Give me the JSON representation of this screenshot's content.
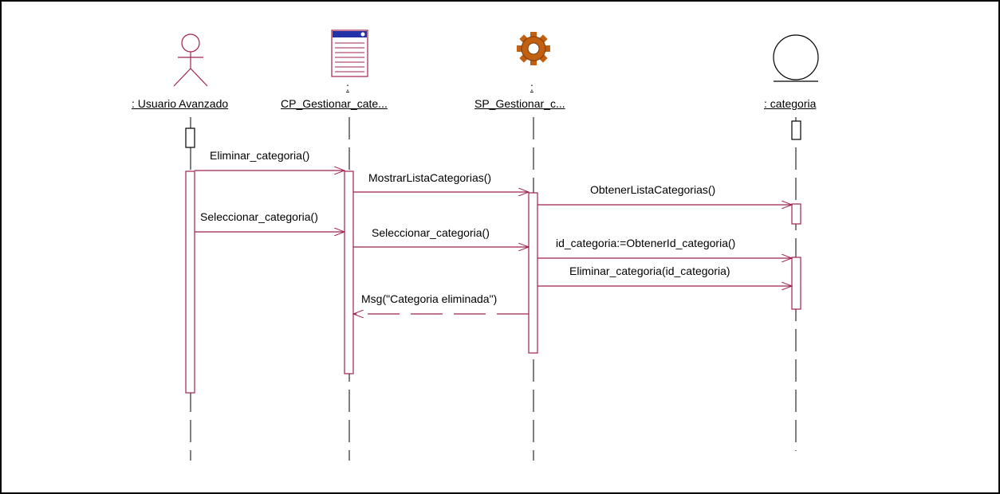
{
  "colors": {
    "line": "#a0224e",
    "lifeline": "#000000",
    "gear": "#c06010",
    "window_title": "#2233aa"
  },
  "lifelines": [
    {
      "name": ": Usuario Avanzado",
      "stereotype": "",
      "kind": "actor",
      "icon": "actor-icon"
    },
    {
      "name": "CP_Gestionar_cate...",
      "stereotype": ":",
      "kind": "boundary",
      "icon": "window-icon"
    },
    {
      "name": "SP_Gestionar_c...",
      "stereotype": ":",
      "kind": "control",
      "icon": "gear-icon"
    },
    {
      "name": ": categoria",
      "stereotype": "",
      "kind": "entity",
      "icon": "entity-circle-icon"
    }
  ],
  "messages": [
    {
      "label": "Eliminar_categoria()",
      "from": 0,
      "to": 1,
      "type": "sync"
    },
    {
      "label": "MostrarListaCategorias()",
      "from": 1,
      "to": 2,
      "type": "sync"
    },
    {
      "label": "ObtenerListaCategorias()",
      "from": 2,
      "to": 3,
      "type": "sync"
    },
    {
      "label": "Seleccionar_categoria()",
      "from": 0,
      "to": 1,
      "type": "sync"
    },
    {
      "label": "Seleccionar_categoria()",
      "from": 1,
      "to": 2,
      "type": "sync"
    },
    {
      "label": "id_categoria:=ObtenerId_categoria()",
      "from": 2,
      "to": 3,
      "type": "sync"
    },
    {
      "label": "Eliminar_categoria(id_categoria)",
      "from": 2,
      "to": 3,
      "type": "sync"
    },
    {
      "label": "Msg(\"Categoria eliminada\")",
      "from": 2,
      "to": 1,
      "type": "return"
    }
  ]
}
